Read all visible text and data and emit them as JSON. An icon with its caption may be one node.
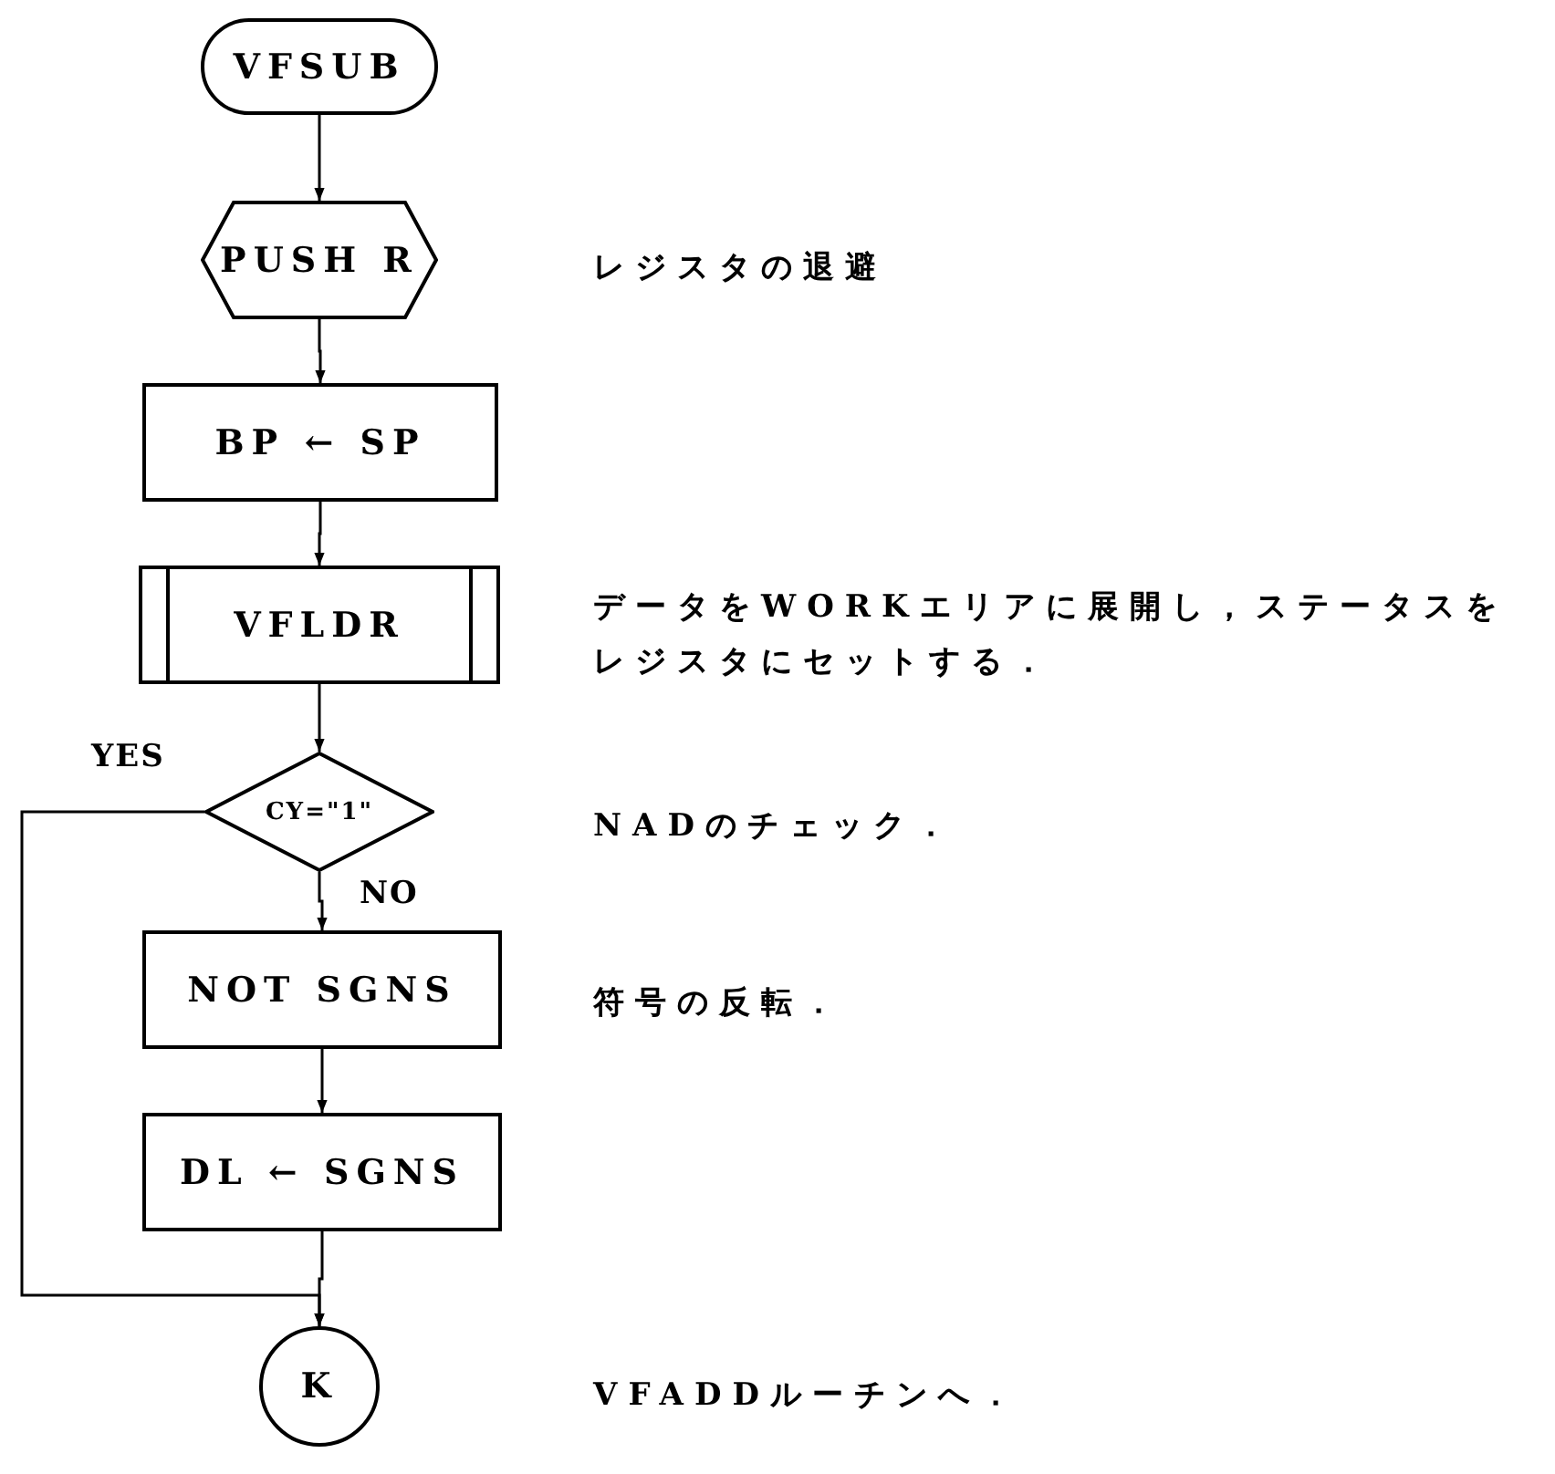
{
  "diagram": {
    "nodes": [
      {
        "text": [
          "VFSUB"
        ]
      },
      {
        "text": [
          "PUSH R"
        ]
      },
      {
        "text": [
          "BP ← SP"
        ]
      },
      {
        "text": [
          "VFLDR"
        ]
      },
      {
        "text": [
          "CY=\"1\""
        ]
      },
      {
        "text": [
          "NOT SGNS"
        ]
      },
      {
        "text": [
          "DL ← SGNS"
        ]
      },
      {
        "text": [
          "K"
        ]
      }
    ],
    "edges": [
      {
        "from": 0,
        "to": 1,
        "arrow": "to"
      },
      {
        "from": 1,
        "to": 2,
        "arrow": "to"
      },
      {
        "from": 2,
        "to": 3,
        "arrow": "to"
      },
      {
        "from": 3,
        "to": 4,
        "arrow": "to"
      },
      {
        "from": 4,
        "to": 5,
        "arrow": "to",
        "label": "NO"
      },
      {
        "from": 5,
        "to": 6,
        "arrow": "to"
      },
      {
        "from": 6,
        "to": 7,
        "arrow": "to"
      },
      {
        "from": 4,
        "to": 7,
        "arrow": "to",
        "label": "YES"
      }
    ],
    "labels": [
      "レジスタの退避",
      "データをWORKエリアに展開し，ステータスをレジスタにセットする．",
      "NADのチェック．",
      "符号の反転．",
      "VFADDルーチンへ．"
    ]
  }
}
